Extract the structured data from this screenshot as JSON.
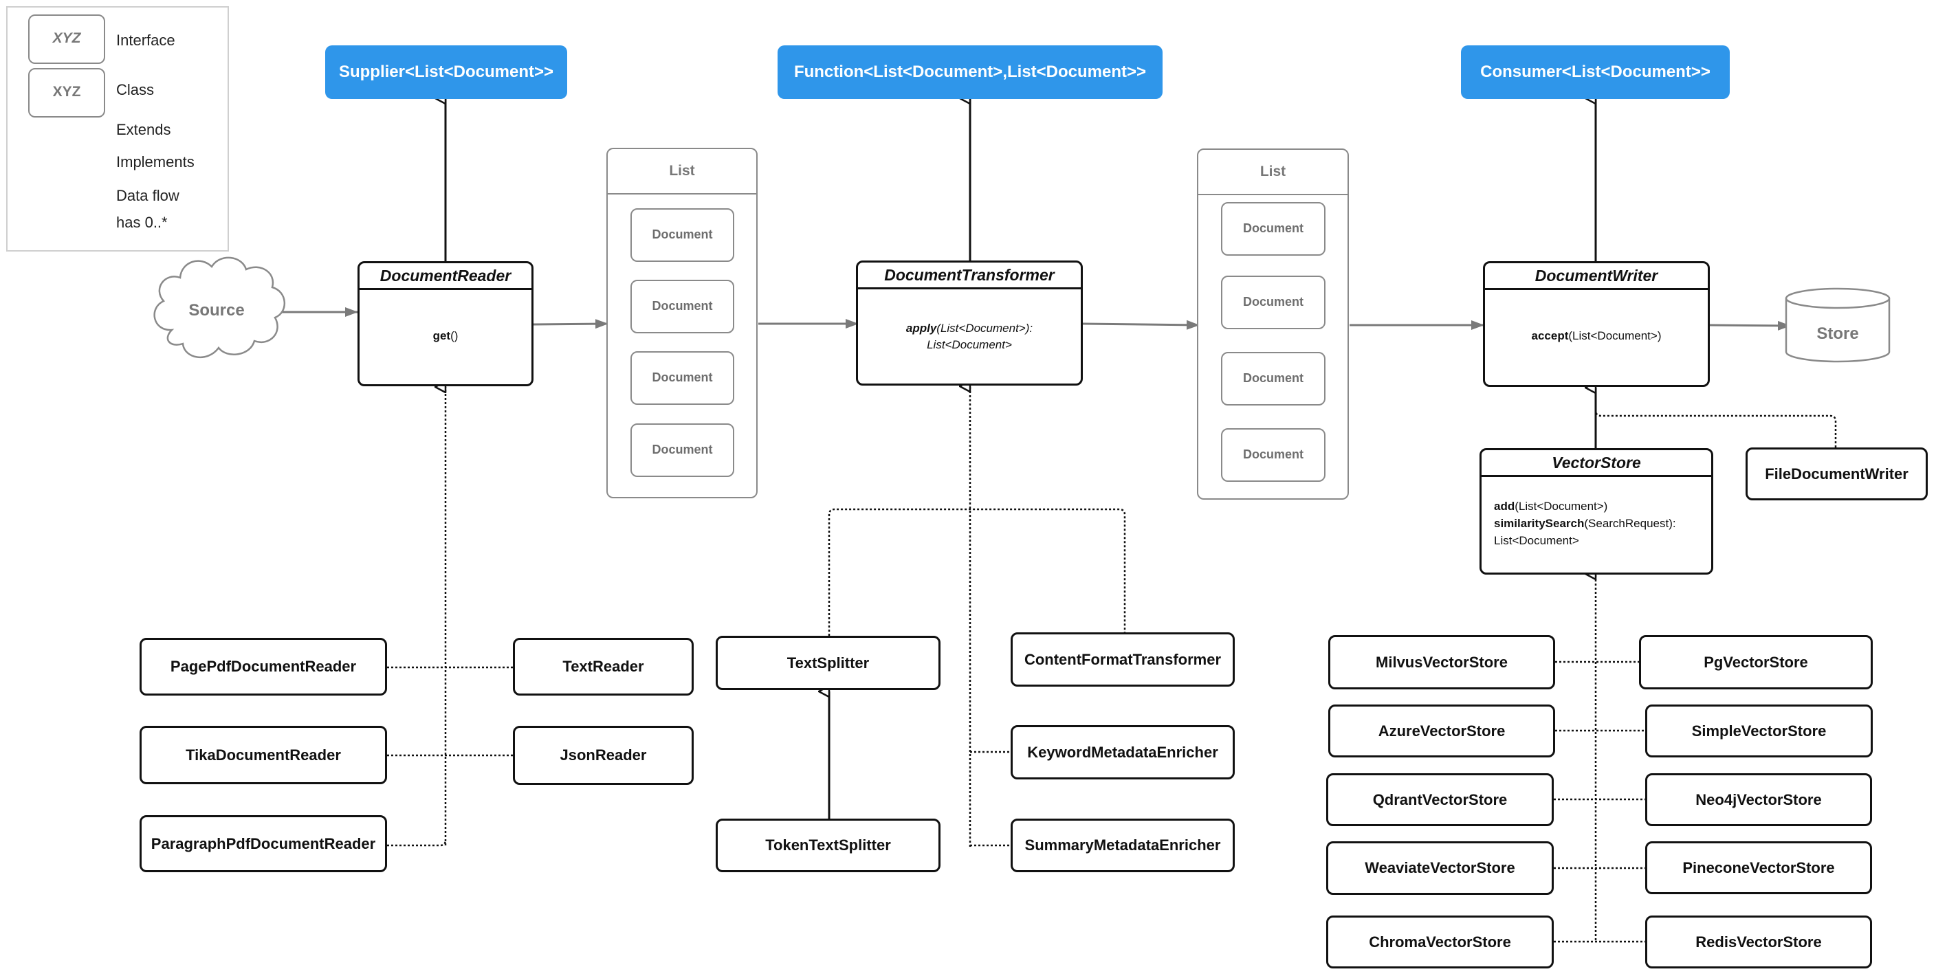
{
  "legend": {
    "interface_sample": "XYZ",
    "interface_label": "Interface",
    "class_sample": "XYZ",
    "class_label": "Class",
    "extends_label": "Extends",
    "implements_label": "Implements",
    "dataflow_label": "Data flow",
    "has_label": "has 0..*"
  },
  "interfaces": {
    "supplier": "Supplier<List<Document>>",
    "function": "Function<List<Document>,List<Document>>",
    "consumer": "Consumer<List<Document>>"
  },
  "source_label": "Source",
  "store_label": "Store",
  "reader": {
    "name": "DocumentReader",
    "method_bold": "get",
    "method_rest": "()"
  },
  "transformer": {
    "name": "DocumentTransformer",
    "method_bold": "apply",
    "method_rest": "(List<Document>):",
    "method_line2": "List<Document>"
  },
  "writer": {
    "name": "DocumentWriter",
    "method_bold": "accept",
    "method_rest": "(List<Document>)"
  },
  "vectorstore": {
    "name": "VectorStore",
    "m1_bold": "add",
    "m1_rest": "(List<Document>)",
    "m2_bold": "similaritySearch",
    "m2_rest": "(SearchRequest):",
    "m2_line2": "List<Document>"
  },
  "list1": {
    "title": "List",
    "items": [
      "Document",
      "Document",
      "Document",
      "Document"
    ]
  },
  "list2": {
    "title": "List",
    "items": [
      "Document",
      "Document",
      "Document",
      "Document"
    ]
  },
  "readers": {
    "pagepdf": "PagePdfDocumentReader",
    "tika": "TikaDocumentReader",
    "paragraphpdf": "ParagraphPdfDocumentReader",
    "text": "TextReader",
    "json": "JsonReader"
  },
  "transformers": {
    "textsplitter": "TextSplitter",
    "tokentextsplitter": "TokenTextSplitter",
    "contentformat": "ContentFormatTransformer",
    "keyword": "KeywordMetadataEnricher",
    "summary": "SummaryMetadataEnricher"
  },
  "writers": {
    "file": "FileDocumentWriter"
  },
  "vectorstores_left": [
    "MilvusVectorStore",
    "AzureVectorStore",
    "QdrantVectorStore",
    "WeaviateVectorStore",
    "ChromaVectorStore"
  ],
  "vectorstores_right": [
    "PgVectorStore",
    "SimpleVectorStore",
    "Neo4jVectorStore",
    "PineconeVectorStore",
    "RedisVectorStore"
  ],
  "colors": {
    "interface_blue": "#2f96ea",
    "line": "#111111",
    "flow": "#7a7a7a"
  }
}
